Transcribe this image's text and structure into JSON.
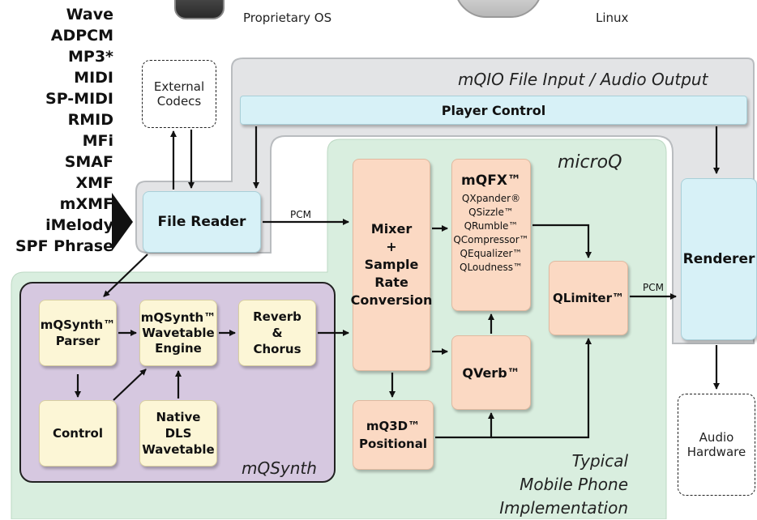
{
  "platforms": {
    "left": "Proprietary OS",
    "right": "Linux"
  },
  "formats": [
    "Wave",
    "ADPCM",
    "MP3*",
    "MIDI",
    "SP-MIDI",
    "RMID",
    "MFi",
    "SMAF",
    "XMF",
    "mXMF",
    "iMelody",
    "SPF Phrase"
  ],
  "regions": {
    "mqio": "mQIO File Input / Audio Output",
    "microq": "microQ",
    "mqsynth": "mQSynth",
    "typical": [
      "Typical",
      "Mobile Phone",
      "Implementation"
    ]
  },
  "external_codecs": [
    "External",
    "Codecs"
  ],
  "player_control": "Player Control",
  "file_reader": "File Reader",
  "renderer": "Renderer",
  "audio_hardware": [
    "Audio",
    "Hardware"
  ],
  "mixer": [
    "Mixer",
    "+",
    "Sample",
    "Rate",
    "Conversion"
  ],
  "mqfx": {
    "title": "mQFX™",
    "items": [
      "QXpander®",
      "QSizzle™",
      "QRumble™",
      "QCompressor™",
      "QEqualizer™",
      "QLoudness™"
    ]
  },
  "qlimiter": "QLimiter™",
  "qverb": "QVerb™",
  "mq3d": [
    "mQ3D™",
    "Positional"
  ],
  "synth_parser": [
    "mQSynth™",
    "Parser"
  ],
  "synth_engine": [
    "mQSynth™",
    "Wavetable",
    "Engine"
  ],
  "reverb": [
    "Reverb",
    "&",
    "Chorus"
  ],
  "control": "Control",
  "native_dls": [
    "Native",
    "DLS",
    "Wavetable"
  ],
  "pcm_labels": [
    "PCM",
    "PCM"
  ],
  "colors": {
    "cyan": "#d7f1f7",
    "cream": "#fcf6d6",
    "peach": "#fbd9c3",
    "green": "#d9eedf",
    "purple": "#d6c8e0",
    "gray": "#e3e4e6"
  }
}
